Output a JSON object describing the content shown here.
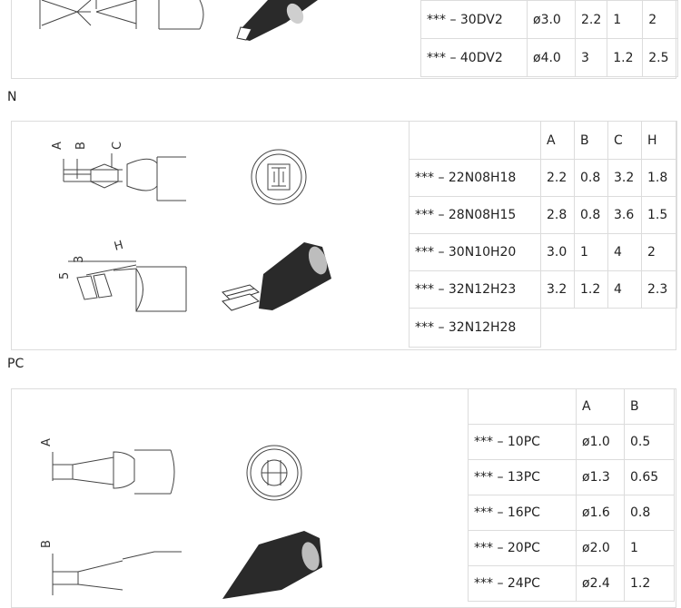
{
  "dv": {
    "rows": [
      {
        "model": "*** – 30DV2",
        "d": "ø3.0",
        "a": "2.2",
        "b": "1",
        "c": "2"
      },
      {
        "model": "*** – 40DV2",
        "d": "ø4.0",
        "a": "3",
        "b": "1.2",
        "c": "2.5"
      }
    ]
  },
  "n": {
    "label": "N",
    "headers": [
      "A",
      "B",
      "C",
      "H"
    ],
    "diagram_labels": [
      "A",
      "B",
      "C",
      "H",
      "5",
      "3"
    ],
    "rows": [
      {
        "model": "*** – 22N08H18",
        "a": "2.2",
        "b": "0.8",
        "c": "3.2",
        "h": "1.8"
      },
      {
        "model": "*** – 28N08H15",
        "a": "2.8",
        "b": "0.8",
        "c": "3.6",
        "h": "1.5"
      },
      {
        "model": "*** – 30N10H20",
        "a": "3.0",
        "b": "1",
        "c": "4",
        "h": "2"
      },
      {
        "model": "*** – 32N12H23",
        "a": "3.2",
        "b": "1.2",
        "c": "4",
        "h": "2.3"
      },
      {
        "model": "*** – 32N12H28"
      }
    ]
  },
  "pc": {
    "label": "PC",
    "headers": [
      "A",
      "B"
    ],
    "diagram_labels": [
      "A",
      "B"
    ],
    "rows": [
      {
        "model": "*** – 10PC",
        "a": "ø1.0",
        "b": "0.5"
      },
      {
        "model": "*** – 13PC",
        "a": "ø1.3",
        "b": "0.65"
      },
      {
        "model": "*** – 16PC",
        "a": "ø1.6",
        "b": "0.8"
      },
      {
        "model": "*** – 20PC",
        "a": "ø2.0",
        "b": "1"
      },
      {
        "model": "*** – 24PC",
        "a": "ø2.4",
        "b": "1.2"
      }
    ]
  }
}
